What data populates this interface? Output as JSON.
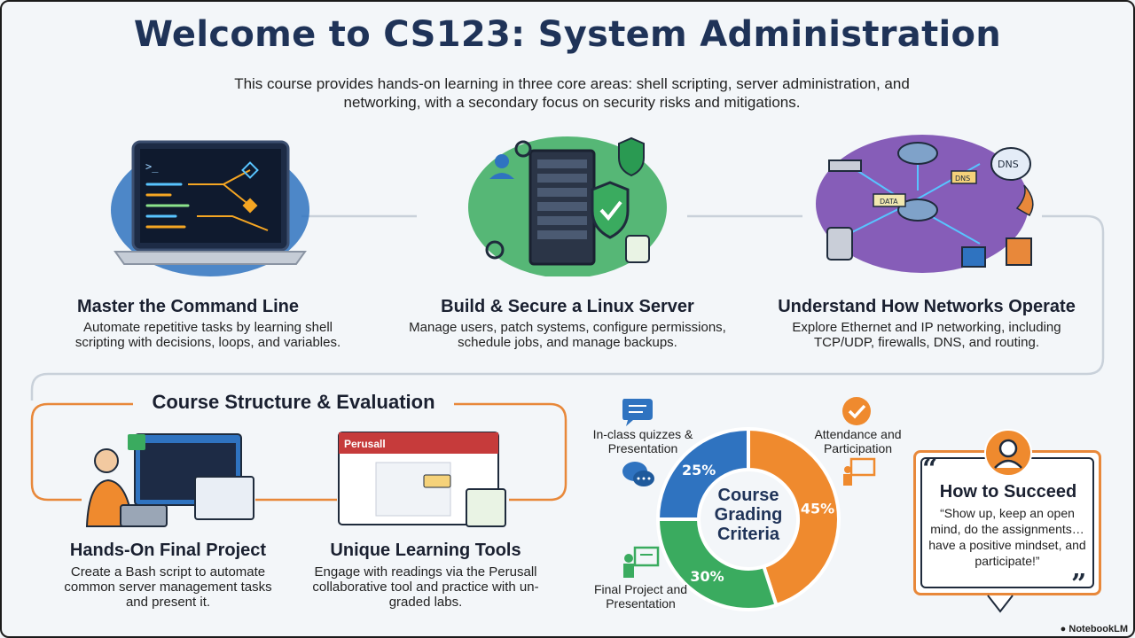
{
  "header": {
    "title": "Welcome to CS123: System Administration",
    "subtitle": "This course provides hands-on learning in three core areas: shell scripting, server administration, and networking, with a secondary focus on security risks and mitigations."
  },
  "core_areas": [
    {
      "title": "Master the Command Line",
      "description": "Automate repetitive tasks by learning shell scripting with decisions, loops, and variables."
    },
    {
      "title": "Build & Secure a Linux Server",
      "description": "Manage users, patch systems, configure permissions, schedule jobs, and manage backups."
    },
    {
      "title": "Understand How Networks Operate",
      "description": "Explore Ethernet and IP networking, including TCP/UDP, firewalls, DNS, and routing."
    }
  ],
  "structure": {
    "title": "Course Structure & Evaluation",
    "items": [
      {
        "title": "Hands-On Final Project",
        "description": "Create a Bash script to automate common server management tasks and present it."
      },
      {
        "title": "Unique Learning Tools",
        "description": "Engage with readings via the Perusall collaborative tool and practice with un-graded labs."
      }
    ],
    "perusall_brand": "Perusall"
  },
  "network_labels": {
    "data": "DATA",
    "dns_tag": "DNS",
    "dns_cloud": "DNS"
  },
  "chart_data": {
    "type": "pie",
    "title": "Course Grading Criteria",
    "slices": [
      {
        "label": "Attendance and Participation",
        "value": 45,
        "display": "45%",
        "color": "#ef8a2e"
      },
      {
        "label": "Final Project and Presentation",
        "value": 30,
        "display": "30%",
        "color": "#3aab5f"
      },
      {
        "label": "In-class quizzes & Presentation",
        "value": 25,
        "display": "25%",
        "color": "#2f73c0"
      }
    ]
  },
  "succeed": {
    "title": "How to Succeed",
    "quote": "“Show up, keep an open mind, do the assignments… have a positive mindset, and participate!”"
  },
  "brand": "NotebookLM",
  "colors": {
    "navy": "#1f3358",
    "orange": "#e8883a",
    "blue": "#2f73c0",
    "green": "#3aab5f",
    "purple": "#7a4db0"
  }
}
